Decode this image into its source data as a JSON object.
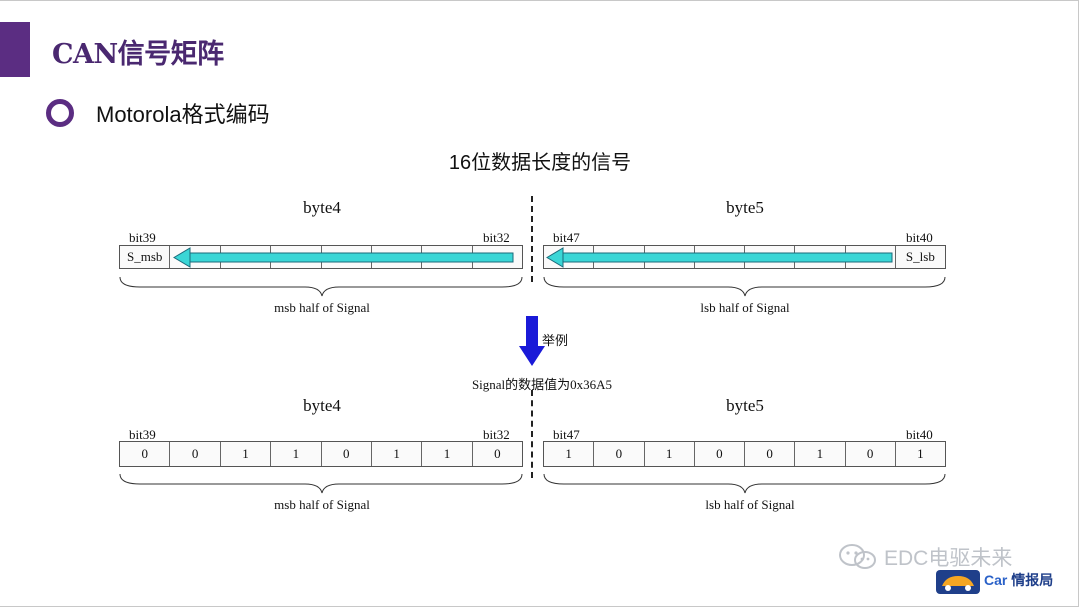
{
  "header": {
    "title": "CAN信号矩阵"
  },
  "section": {
    "heading": "Motorola格式编码"
  },
  "diagram": {
    "title": "16位数据长度的信号",
    "top": {
      "left_byte": {
        "label": "byte4",
        "bit_start": "bit39",
        "bit_end": "bit32",
        "msb_cell": "S_msb",
        "half_label": "msb half of Signal"
      },
      "right_byte": {
        "label": "byte5",
        "bit_start": "bit47",
        "bit_end": "bit40",
        "lsb_cell": "S_lsb",
        "half_label": "lsb half of Signal"
      },
      "arrow_color": "#3ad6d6"
    },
    "example_label": "举例",
    "example_arrow_color": "#1a1ad8",
    "value_caption": "Signal的数据值为0x36A5",
    "bottom": {
      "left_byte": {
        "label": "byte4",
        "bit_start": "bit39",
        "bit_end": "bit32",
        "bits": [
          "0",
          "0",
          "1",
          "1",
          "0",
          "1",
          "1",
          "0"
        ],
        "half_label": "msb half of Signal"
      },
      "right_byte": {
        "label": "byte5",
        "bit_start": "bit47",
        "bit_end": "bit40",
        "bits": [
          "1",
          "0",
          "1",
          "0",
          "0",
          "1",
          "0",
          "1"
        ],
        "half_label": "lsb half of Signal"
      }
    }
  },
  "watermark": {
    "icon": "wechat-icon",
    "text": "EDC电驱未来"
  },
  "logo": {
    "text_a": "Car",
    "text_b": "情报局",
    "icon": "car-icon"
  },
  "colors": {
    "accent": "#5b2d82",
    "title": "#4a2870"
  }
}
